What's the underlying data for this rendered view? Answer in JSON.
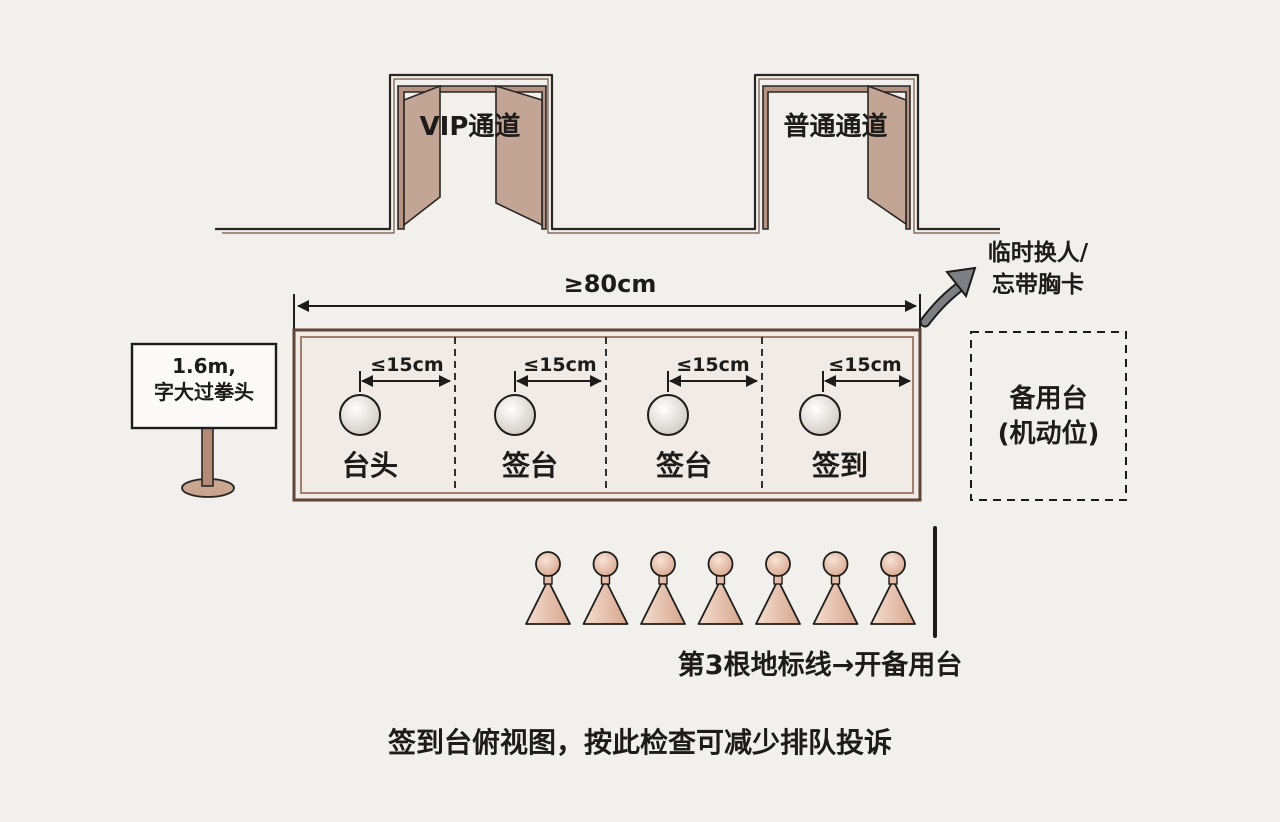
{
  "doors": {
    "vip": "VIP通道",
    "regular": "普通通道"
  },
  "desk": {
    "total_width": "≥80cm",
    "segments": [
      {
        "label": "台头",
        "gap": "≤15cm"
      },
      {
        "label": "签台",
        "gap": "≤15cm"
      },
      {
        "label": "签台",
        "gap": "≤15cm"
      },
      {
        "label": "签到",
        "gap": "≤15cm"
      }
    ]
  },
  "sign": {
    "line1": "1.6m,",
    "line2": "字大过拳头"
  },
  "side_note": {
    "line1": "临时换人/",
    "line2": "忘带胸卡"
  },
  "spare_desk": {
    "line1": "备用台",
    "line2": "(机动位)"
  },
  "queue": {
    "people_count": 7,
    "marker_note": "第3根地标线→开备用台"
  },
  "caption": "签到台俯视图，按此检查可减少排队投诉",
  "colors": {
    "background": "#f1f0ec",
    "ink": "#1d1c1a",
    "wood": "#8a6552",
    "figure": "#e9c9b6"
  }
}
